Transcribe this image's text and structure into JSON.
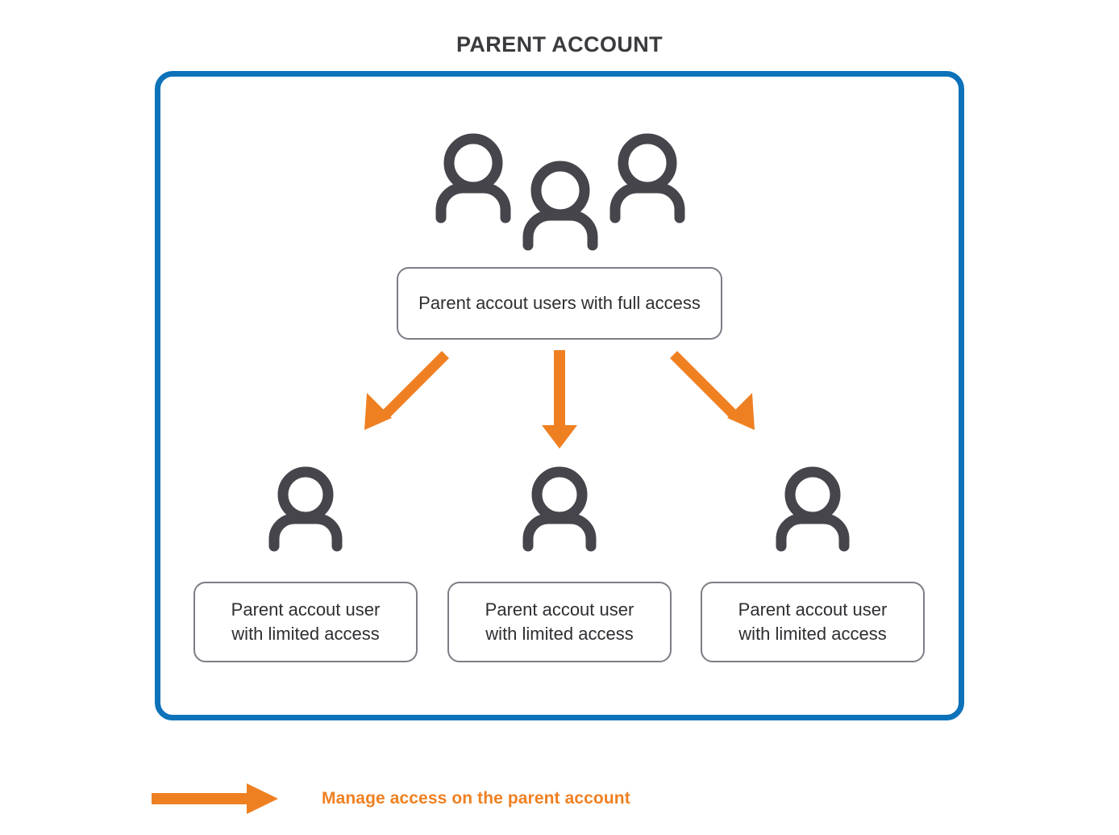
{
  "page": {
    "title": "PARENT ACCOUNT",
    "type": "org-access-diagram"
  },
  "colors": {
    "frame_blue": "#0d72b9",
    "arrow_orange": "#ef8022",
    "icon_gray": "#45454b",
    "box_border_gray": "#7d7d86",
    "title_gray": "#3b3b3f",
    "box_text_gray": "#2f2f33",
    "background": "#ffffff"
  },
  "frame": {
    "name": "parent-account-container"
  },
  "top_node": {
    "icon": "three-people-group-icon",
    "label": "Parent accout users with full access"
  },
  "arrows": {
    "left": {
      "direction": "down-left",
      "from": "parent-account-full-access",
      "to": "limited-user-1"
    },
    "middle": {
      "direction": "down",
      "from": "parent-account-full-access",
      "to": "limited-user-2"
    },
    "right": {
      "direction": "down-right",
      "from": "parent-account-full-access",
      "to": "limited-user-3"
    }
  },
  "child_nodes": [
    {
      "icon": "person-icon",
      "label": "Parent accout user\nwith limited access"
    },
    {
      "icon": "person-icon",
      "label": "Parent accout user\nwith limited access"
    },
    {
      "icon": "person-icon",
      "label": "Parent accout user\nwith limited access"
    }
  ],
  "legend": {
    "arrow_icon": "right-arrow-icon",
    "text": "Manage access on the parent account"
  }
}
